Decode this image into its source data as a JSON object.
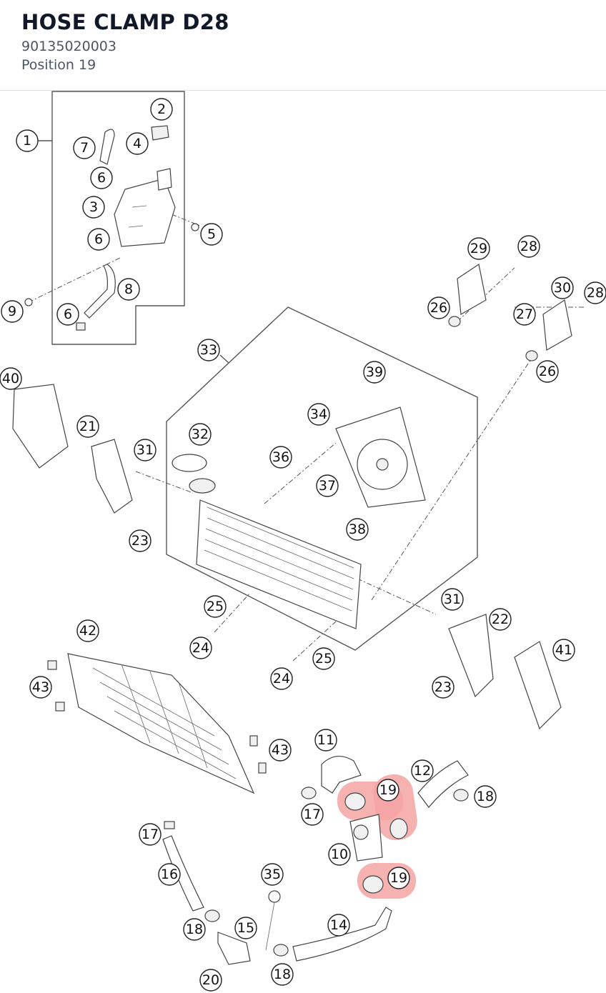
{
  "header": {
    "title": "HOSE CLAMP D28",
    "part_number": "90135020003",
    "position": "Position 19"
  },
  "highlight": {
    "color": "#f4a3a3",
    "position_number": "19"
  },
  "callouts": [
    "1",
    "2",
    "3",
    "4",
    "5",
    "6",
    "7",
    "8",
    "9",
    "10",
    "11",
    "12",
    "14",
    "15",
    "16",
    "17",
    "18",
    "19",
    "20",
    "21",
    "22",
    "23",
    "24",
    "25",
    "26",
    "27",
    "28",
    "29",
    "30",
    "31",
    "32",
    "33",
    "34",
    "35",
    "36",
    "37",
    "38",
    "39",
    "40",
    "41",
    "42",
    "43"
  ]
}
